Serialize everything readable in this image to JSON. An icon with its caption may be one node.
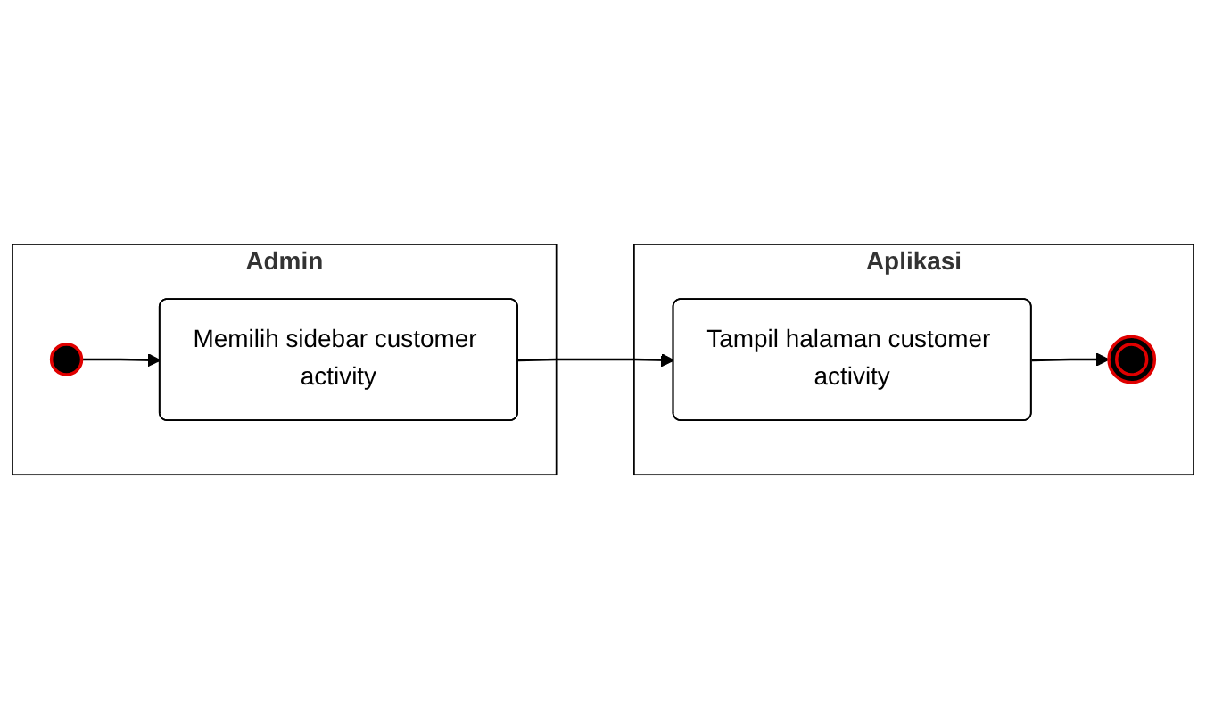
{
  "diagram": {
    "nodes": [
      {
        "text": [
          "Admin"
        ]
      },
      {
        "text": [
          "Aplikasi"
        ]
      },
      {
        "text": [],
        "shape": "circle",
        "in": 0
      },
      {
        "text": [
          "Memilih sidebar customer activity"
        ],
        "in": 0
      },
      {
        "text": [
          "Tampil halaman customer activity"
        ],
        "in": 1
      },
      {
        "text": [],
        "shape": "circle",
        "in": 1
      }
    ],
    "edges": [
      {
        "from": 2,
        "to": 3,
        "arrow": "to"
      },
      {
        "from": 3,
        "to": 4,
        "arrow": "to"
      },
      {
        "from": 4,
        "to": 5,
        "arrow": "to"
      }
    ]
  }
}
